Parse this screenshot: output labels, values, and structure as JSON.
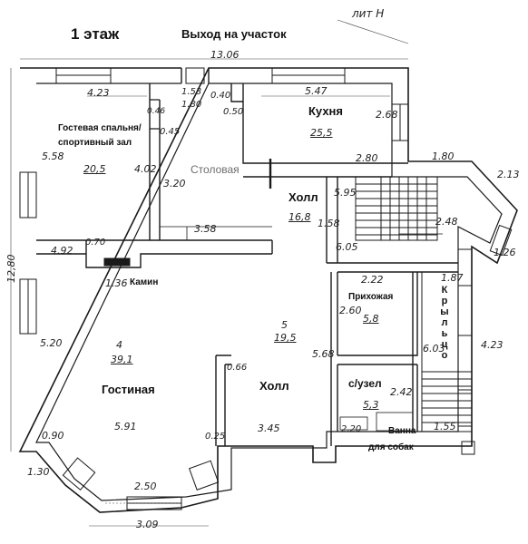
{
  "header": {
    "floor_title": "1 этаж",
    "exit_label": "Выход  на участок",
    "litera": "лит Н"
  },
  "rooms": {
    "guest_bedroom_line1": "Гостевая спальня/",
    "guest_bedroom_line2": "спортивный зал",
    "guest_bedroom_area": "20,5",
    "dining": "Столовая",
    "kitchen": "Кухня",
    "kitchen_area": "25,5",
    "hall_upper": "Холл",
    "hall_upper_area": "16,8",
    "fireplace": "Камин",
    "living": "Гостиная",
    "living_number": "4",
    "living_area": "39,1",
    "hall_lower": "Холл",
    "hall_lower_number": "5",
    "hall_lower_area": "19,5",
    "entrance": "Прихожая",
    "entrance_area": "5,8",
    "wc": "с/узел",
    "wc_area": "5,3",
    "bath": "Ванна",
    "dogs": "для собак",
    "porch": "Крыльцо"
  },
  "dimensions": {
    "top_total": "13.06",
    "left_total": "12,80",
    "bottom": "3.09",
    "d_423": "4.23",
    "d_046": "0.46",
    "d_153": "1.53",
    "d_180": "1.80",
    "d_040": "0.40",
    "d_050": "0.50",
    "d_045": "0.45",
    "d_547": "5.47",
    "d_268": "2.68",
    "d_558": "5.58",
    "d_402": "4.02",
    "d_320": "3.20",
    "d_280": "2.80",
    "d_180b": "1.80",
    "d_213": "2.13",
    "d_595": "5.95",
    "d_158": "1.58",
    "d_248": "2.48",
    "d_358": "3.58",
    "d_492": "4.92",
    "d_070": "0.70",
    "d_605": "6.05",
    "d_136": "1.36",
    "d_222": "2.22",
    "d_187": "1.87",
    "d_126": "1.26",
    "d_260": "2.60",
    "d_620": "5.20",
    "d_568": "5.68",
    "d_603": "6.03",
    "d_423b": "4.23",
    "d_066": "0.66",
    "d_591": "5.91",
    "d_345": "3.45",
    "d_242": "2.42",
    "d_220": "2.20",
    "d_155": "1.55",
    "d_090": "0.90",
    "d_025": "0.25",
    "d_130": "1.30",
    "d_250": "2.50"
  }
}
